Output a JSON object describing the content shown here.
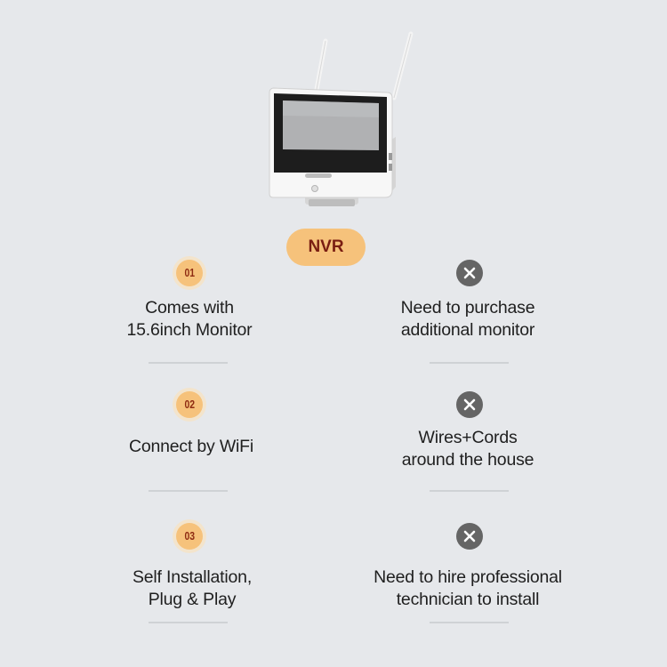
{
  "badge": "NVR",
  "colors": {
    "background": "#e6e8eb",
    "accent": "#f6c27b",
    "accent_text": "#7a1e12",
    "x_icon": "#656565"
  },
  "rows": [
    {
      "number": "01",
      "left_text": "Comes with\n15.6inch Monitor",
      "right_text": "Need to purchase\nadditional monitor",
      "right_icon": "x-icon"
    },
    {
      "number": "02",
      "left_text": "Connect by WiFi",
      "right_text": "Wires+Cords\naround the house",
      "right_icon": "x-icon"
    },
    {
      "number": "03",
      "left_text": "Self Installation,\nPlug & Play",
      "right_text": "Need to hire professional\ntechnician to install",
      "right_icon": "x-icon"
    }
  ]
}
